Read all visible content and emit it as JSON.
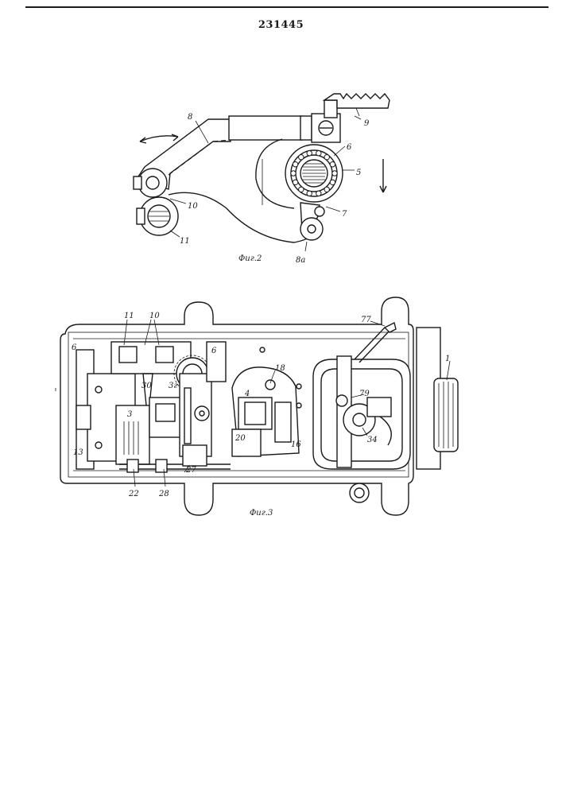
{
  "document": {
    "patent_number": "231445"
  },
  "figure_2": {
    "caption": "Фиг.2",
    "labels": [
      "8",
      "9",
      "6",
      "5",
      "7",
      "10",
      "11",
      "8а"
    ]
  },
  "figure_3": {
    "caption": "Фиг.3",
    "labels": [
      "11",
      "10",
      "77",
      "1",
      "6",
      "6",
      "18",
      "4",
      "30",
      "3г",
      "3",
      "79",
      "34",
      "20",
      "16",
      "13",
      "27",
      "22",
      "28"
    ]
  },
  "colors": {
    "ink": "#1a1a1a",
    "paper": "#ffffff"
  }
}
